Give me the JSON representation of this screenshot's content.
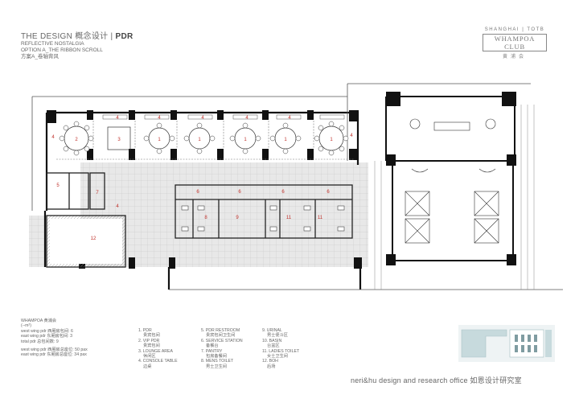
{
  "header": {
    "title_en": "THE DESIGN",
    "title_cn": "概念设计",
    "title_sep": "|",
    "title_code": "PDR",
    "sub1": "REFLECTIVE NOSTALGIA",
    "sub2": "OPTION A_THE RIBBON SCROLL",
    "sub3": "方案A_卷轴背风"
  },
  "logo": {
    "line1": "SHANGHAI",
    "line1b": "TOTB",
    "line2": "WHAMPOA CLUB",
    "line3": "黄浦会"
  },
  "plan_labels": {
    "r4": "4",
    "r1": "1",
    "r2": "2",
    "r3": "3",
    "r5": "5",
    "r6": "6",
    "r7": "7",
    "r8": "8",
    "r9": "9",
    "r11": "11",
    "r12": "12"
  },
  "stats": {
    "title": "WHAMPOA 黄浦会",
    "unit": "(--m²)",
    "l1": "west wing pdr 西厢房包间: 6",
    "l2": "east wing pdr 东厢房包间: 3",
    "l3": "total pdr 总包间数: 9",
    "l4": "west wing pdr 西厢房总座位: 50 pax",
    "l5": "east wing pdr 东厢房总座位: 34 pax"
  },
  "legend": [
    {
      "en": "1. PDR",
      "cn": "贵宾包间"
    },
    {
      "en": "2. VIP PDR",
      "cn": "贵宾包间"
    },
    {
      "en": "3. LOUNGE AREA",
      "cn": "休闲区"
    },
    {
      "en": "4. CONSOLE TABLE",
      "cn": "边桌"
    },
    {
      "en": "5. PDR RESTROOM",
      "cn": "贵宾包间卫生间"
    },
    {
      "en": "6. SERVICE STATION",
      "cn": "备餐台"
    },
    {
      "en": "7. PANTRY",
      "cn": "包房备餐间"
    },
    {
      "en": "8. MENS TOILET",
      "cn": "男士卫生间"
    },
    {
      "en": "9. URINAL",
      "cn": "男士便斗区"
    },
    {
      "en": "10. BASIN",
      "cn": "台盆区"
    },
    {
      "en": "11. LADIES TOILET",
      "cn": "女士卫生间"
    },
    {
      "en": "12. BOH",
      "cn": "后场"
    }
  ],
  "credit": "neri&hu design and research office 如恩设计研究室"
}
